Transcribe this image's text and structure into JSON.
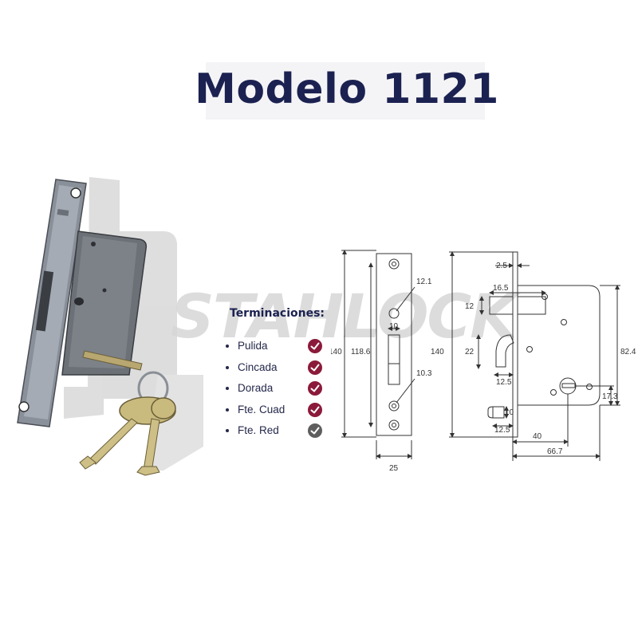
{
  "title": "Modelo 1121",
  "watermark": "STAHLOCK",
  "terminaciones": {
    "heading": "Terminaciones:",
    "items": [
      {
        "label": "Pulida",
        "check_color": "#8b1a3a"
      },
      {
        "label": "Cincada",
        "check_color": "#8b1a3a"
      },
      {
        "label": "Dorada",
        "check_color": "#8b1a3a"
      },
      {
        "label": "Fte. Cuad",
        "check_color": "#8b1a3a"
      },
      {
        "label": "Fte. Red",
        "check_color": "#5e5e5e"
      }
    ]
  },
  "dimensions": {
    "front_height_outer": "140",
    "front_height_inner": "118.6",
    "screw_hole": "12.1",
    "latch_width": "10",
    "lower_hole": "10.3",
    "front_width": "25",
    "case_height": "140",
    "front_thickness": "2.5",
    "bolt_length": "16.5",
    "bolt_height": "12",
    "hook_height": "22",
    "hook_offset": "12.5",
    "case_body_height": "82.4",
    "cylinder_offset": "17.3",
    "small_latch": "10",
    "small_offset": "12.5",
    "backset": "40",
    "case_depth": "66.7"
  },
  "colors": {
    "title": "#1b2150",
    "check_active": "#8b1a3a",
    "check_inactive": "#5e5e5e"
  }
}
